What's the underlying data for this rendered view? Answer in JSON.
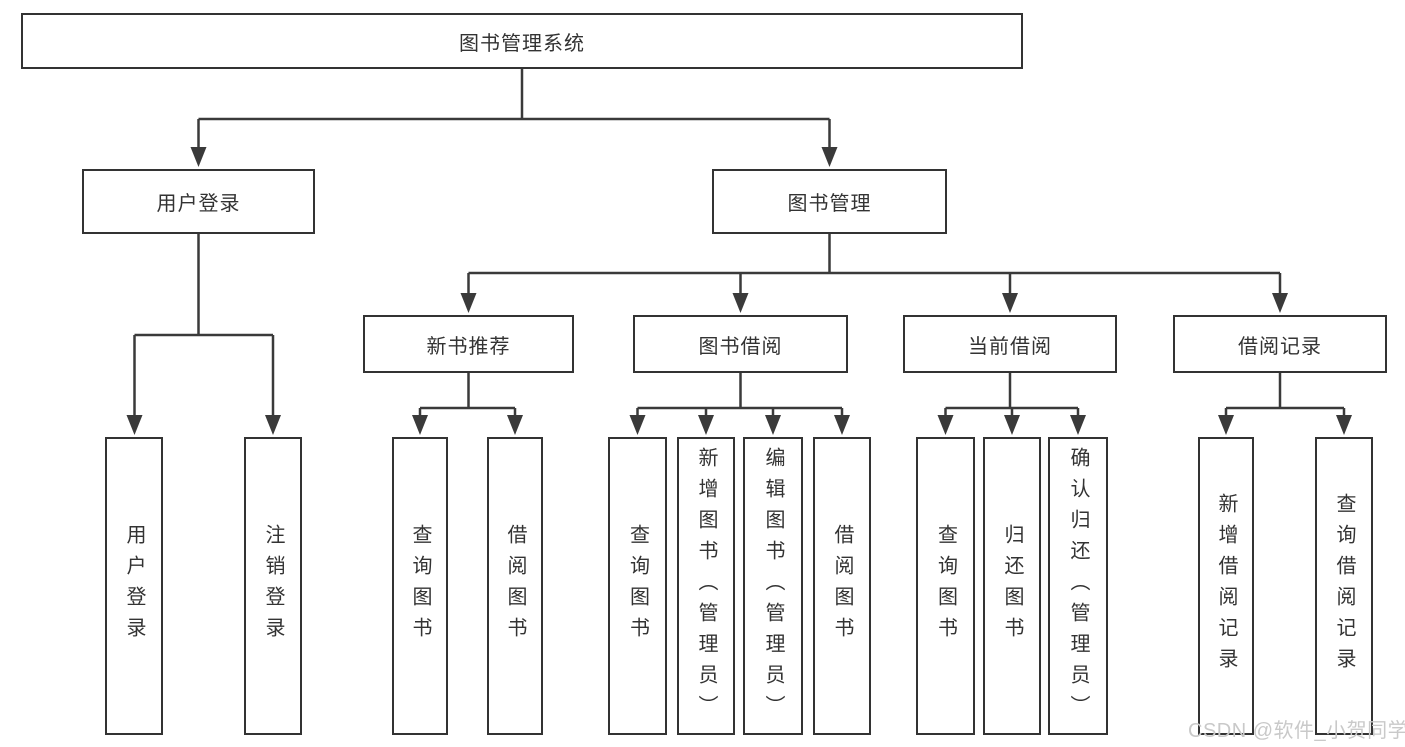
{
  "tree": {
    "label": "图书管理系统",
    "children": [
      {
        "label": "用户登录",
        "children": [
          {
            "label": "用户登录"
          },
          {
            "label": "注销登录"
          }
        ]
      },
      {
        "label": "图书管理",
        "children": [
          {
            "label": "新书推荐",
            "children": [
              {
                "label": "查询图书"
              },
              {
                "label": "借阅图书"
              }
            ]
          },
          {
            "label": "图书借阅",
            "children": [
              {
                "label": "查询图书"
              },
              {
                "label": "新增图书（管理员）"
              },
              {
                "label": "编辑图书（管理员）"
              },
              {
                "label": "借阅图书"
              }
            ]
          },
          {
            "label": "当前借阅",
            "children": [
              {
                "label": "查询图书"
              },
              {
                "label": "归还图书"
              },
              {
                "label": "确认归还（管理员）"
              }
            ]
          },
          {
            "label": "借阅记录",
            "children": [
              {
                "label": "新增借阅记录"
              },
              {
                "label": "查询借阅记录"
              }
            ]
          }
        ]
      }
    ]
  },
  "watermark": {
    "text": "CSDN @软件_小贺同学"
  },
  "colors": {
    "line": "#3a3a3a",
    "border": "#333333",
    "text": "#333333",
    "background": "#ffffff",
    "watermark": "#c9c9c9"
  }
}
